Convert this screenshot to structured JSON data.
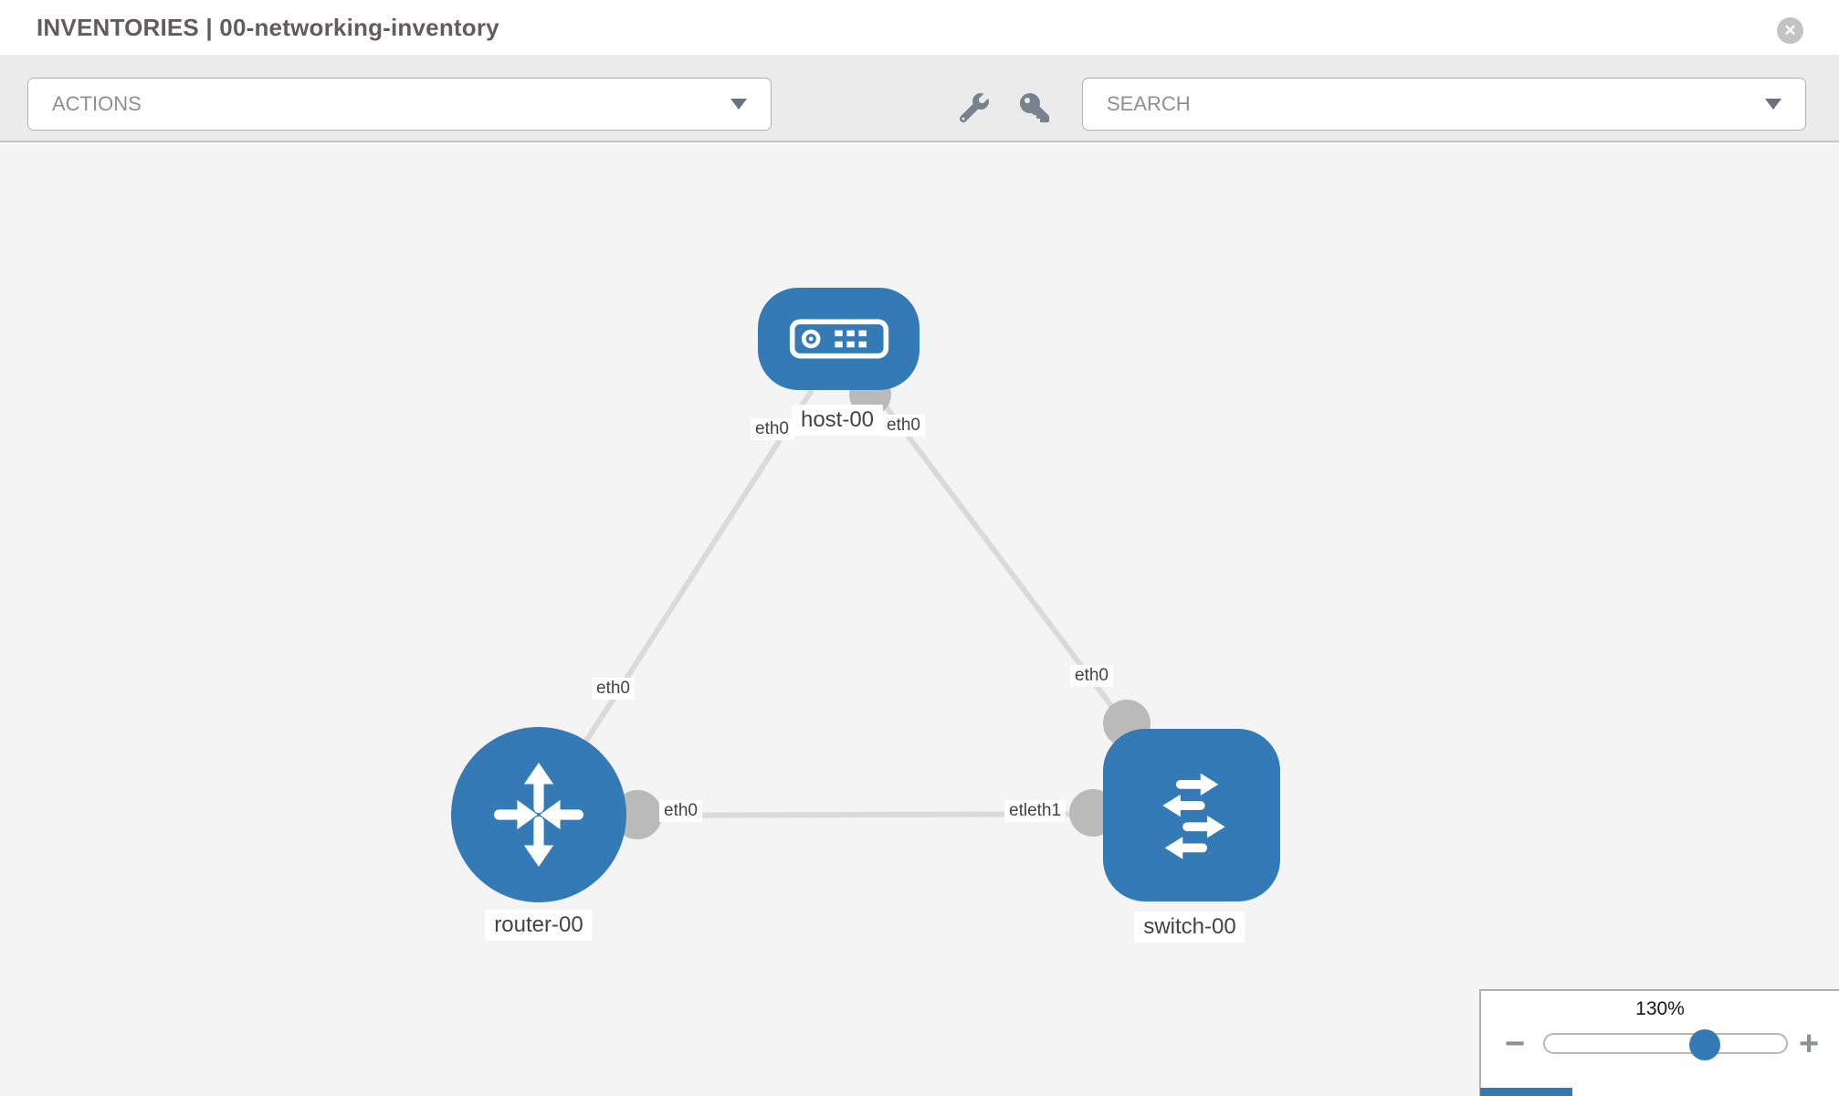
{
  "header": {
    "title": "INVENTORIES | 00-networking-inventory",
    "close_glyph": "✕"
  },
  "toolbar": {
    "actions_label": "ACTIONS",
    "search_placeholder": "SEARCH",
    "icon_buttons": [
      "wrench-icon",
      "key-icon"
    ]
  },
  "topology": {
    "nodes": [
      {
        "id": "host-00",
        "type": "host",
        "label": "host-00"
      },
      {
        "id": "router-00",
        "type": "router",
        "label": "router-00"
      },
      {
        "id": "switch-00",
        "type": "switch",
        "label": "switch-00"
      }
    ],
    "links": [
      {
        "from": "host-00",
        "from_interface": "eth0",
        "to": "router-00",
        "to_interface": "eth0"
      },
      {
        "from": "host-00",
        "from_interface": "eth0",
        "to": "switch-00",
        "to_interface": "eth0"
      },
      {
        "from": "router-00",
        "from_interface": "eth0",
        "to": "switch-00",
        "to_interface": "eth1"
      }
    ],
    "switch_end_overlap_label": "etleth1"
  },
  "zoom_control": {
    "level": "130%",
    "minus_label": "−",
    "plus_label": "+"
  },
  "colors": {
    "node_blue": "#337ab7",
    "link_gray": "#dadada",
    "connector_gray": "#bababa",
    "toolbar_bg": "#ebebeb",
    "canvas_bg": "#f4f4f4"
  }
}
